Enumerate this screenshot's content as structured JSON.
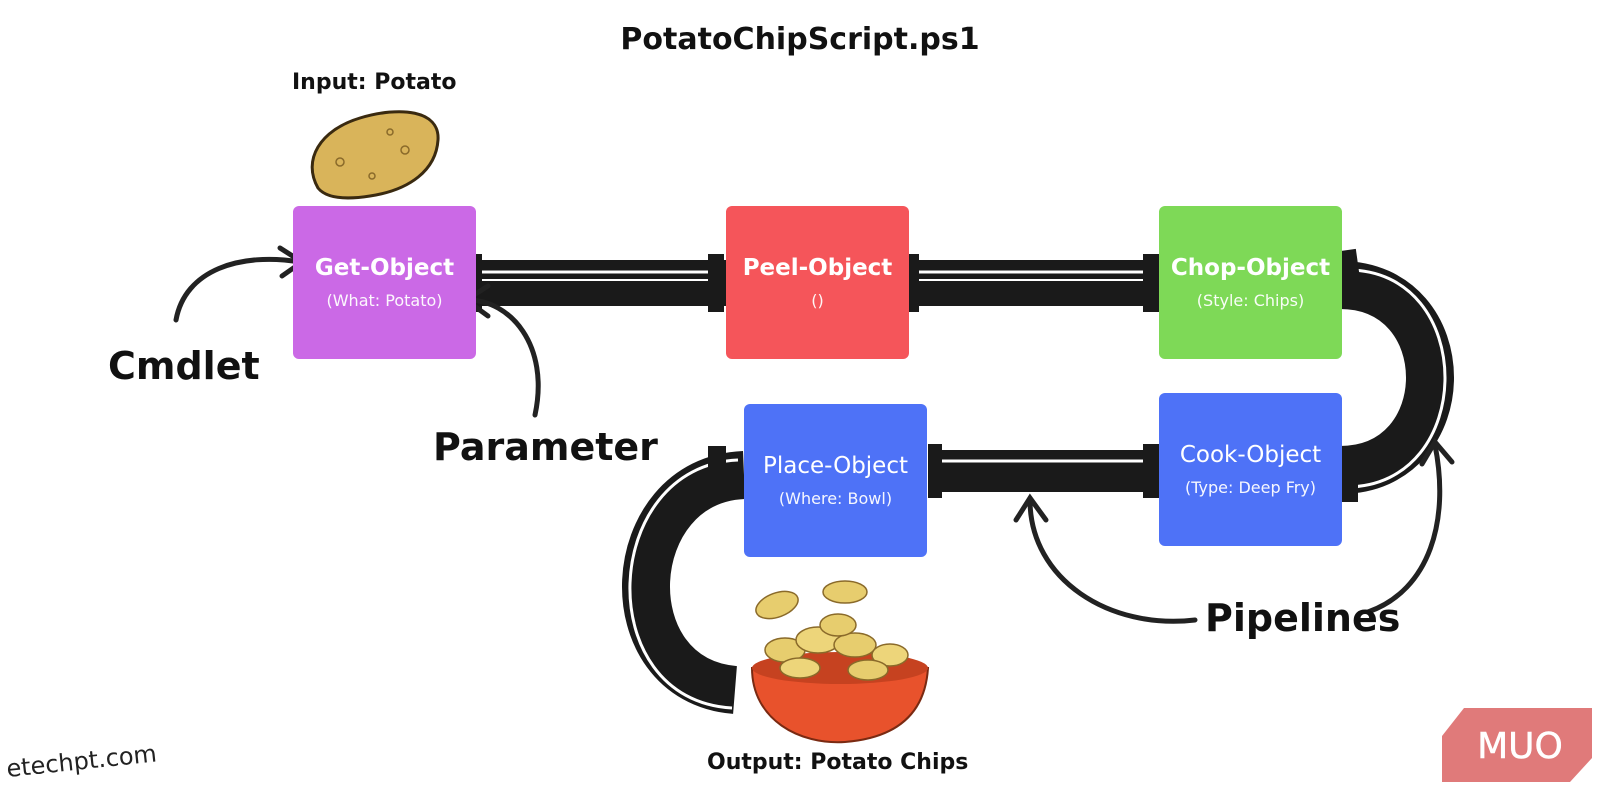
{
  "title": "PotatoChipScript.ps1",
  "input_label": "Input: Potato",
  "output_label": "Output: Potato Chips",
  "callouts": {
    "cmdlet": "Cmdlet",
    "parameter": "Parameter",
    "pipelines": "Pipelines"
  },
  "nodes": [
    {
      "id": "get",
      "name": "Get-Object",
      "param": "(What: Potato)",
      "color": "#cb69e6"
    },
    {
      "id": "peel",
      "name": "Peel-Object",
      "param": "()",
      "color": "#f5555a"
    },
    {
      "id": "chop",
      "name": "Chop-Object",
      "param": "(Style: Chips)",
      "color": "#7ed957"
    },
    {
      "id": "cook",
      "name": "Cook-Object",
      "param": "(Type: Deep Fry)",
      "color": "#4e72f7"
    },
    {
      "id": "place",
      "name": "Place-Object",
      "param": "(Where: Bowl)",
      "color": "#4e72f7"
    }
  ],
  "watermark": "etechpt.com",
  "logo_text": "MUO",
  "colors": {
    "pipe": "#1a1a1a",
    "logo_bg": "#e07a7a",
    "potato": "#d9b45a",
    "bowl": "#e8522c"
  }
}
